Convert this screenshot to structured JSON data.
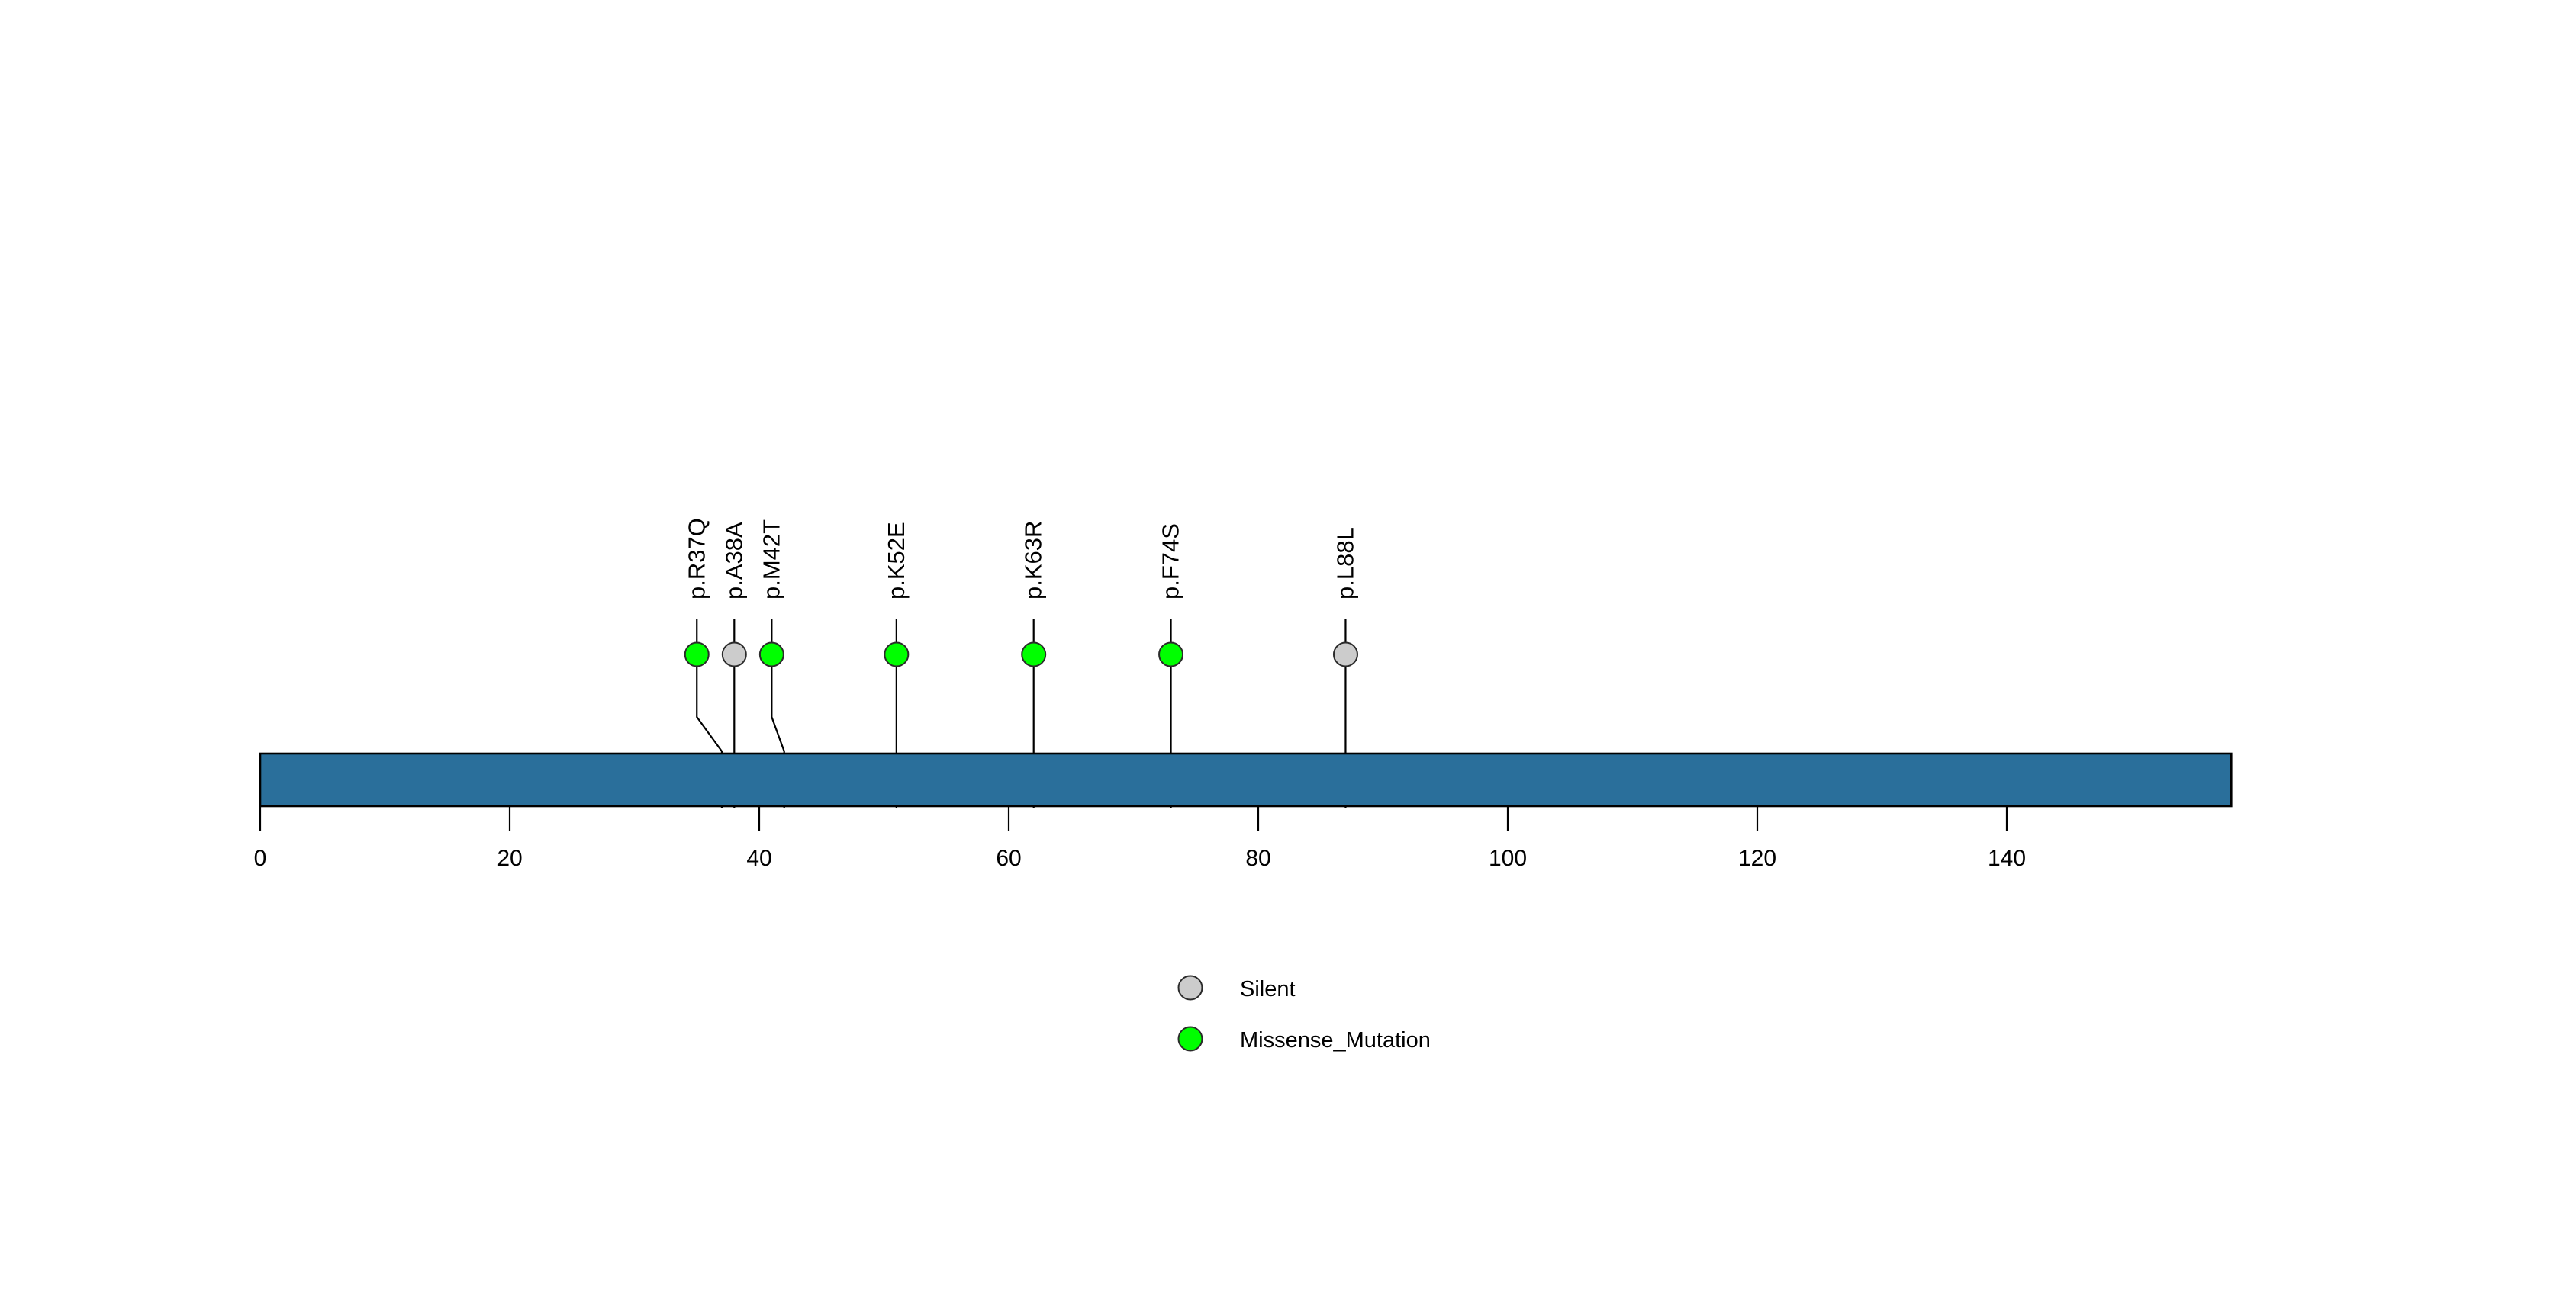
{
  "chart_data": {
    "type": "lollipop",
    "title": "",
    "xlabel": "",
    "ylabel": "",
    "protein_length": 158,
    "xlim": [
      0,
      158
    ],
    "grid": false,
    "axis_ticks": [
      {
        "value": 0,
        "label": "0"
      },
      {
        "value": 20,
        "label": "20"
      },
      {
        "value": 40,
        "label": "40"
      },
      {
        "value": 60,
        "label": "60"
      },
      {
        "value": 80,
        "label": "80"
      },
      {
        "value": 100,
        "label": "100"
      },
      {
        "value": 120,
        "label": "120"
      },
      {
        "value": 140,
        "label": "140"
      }
    ],
    "domain_bar": {
      "start": 0,
      "end": 158,
      "color": "#2a6f9b",
      "border_color": "#000000"
    },
    "mutations": [
      {
        "label": "p.R37Q",
        "position": 37,
        "marker_position": 35,
        "type": "Missense_Mutation",
        "color": "#00ff00",
        "bent_stem": true
      },
      {
        "label": "p.A38A",
        "position": 38,
        "marker_position": 38,
        "type": "Silent",
        "color": "#cccccc",
        "bent_stem": true
      },
      {
        "label": "p.M42T",
        "position": 42,
        "marker_position": 41,
        "type": "Missense_Mutation",
        "color": "#00ff00",
        "bent_stem": true
      },
      {
        "label": "p.K52E",
        "position": 51,
        "marker_position": 51,
        "type": "Missense_Mutation",
        "color": "#00ff00",
        "bent_stem": false
      },
      {
        "label": "p.K63R",
        "position": 62,
        "marker_position": 62,
        "type": "Missense_Mutation",
        "color": "#00ff00",
        "bent_stem": false
      },
      {
        "label": "p.F74S",
        "position": 73,
        "marker_position": 73,
        "type": "Missense_Mutation",
        "color": "#00ff00",
        "bent_stem": false
      },
      {
        "label": "p.L88L",
        "position": 87,
        "marker_position": 87,
        "type": "Silent",
        "color": "#cccccc",
        "bent_stem": false
      }
    ],
    "legend": {
      "position": "bottom-center",
      "entries": [
        {
          "label": "Silent",
          "color": "#cccccc"
        },
        {
          "label": "Missense_Mutation",
          "color": "#00ff00"
        }
      ]
    },
    "colors": {
      "bar": "#2a6f9b",
      "silent": "#cccccc",
      "missense": "#00ff00",
      "stem": "#000000",
      "text": "#000000",
      "background": "#ffffff"
    }
  }
}
